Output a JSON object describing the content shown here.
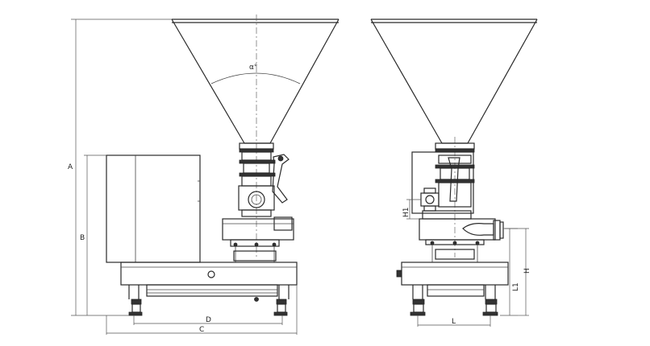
{
  "diagram": {
    "angle_label": "α°",
    "side_view": {
      "dim_A": "A",
      "dim_B": "B",
      "dim_C": "C",
      "dim_D": "D"
    },
    "front_view": {
      "dim_H": "H",
      "dim_H1": "H1",
      "dim_L": "L",
      "dim_L1": "L1"
    }
  }
}
